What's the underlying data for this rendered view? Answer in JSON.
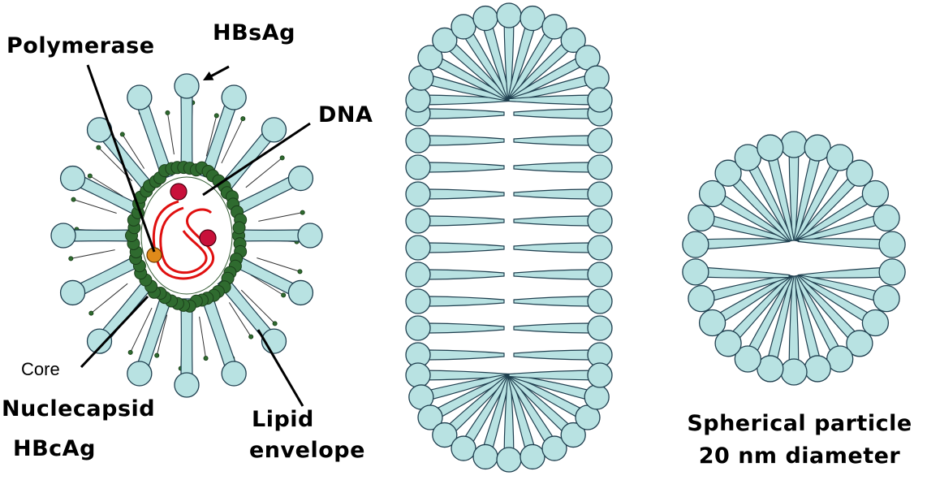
{
  "labels": {
    "polymerase": "Polymerase",
    "hbsag": "HBsAg",
    "dna": "DNA",
    "core": "Core",
    "nucleocapsid": "Nuclecapsid",
    "hbcag": "HBcAg",
    "lipid": "Lipid",
    "envelope": "envelope",
    "spherical_particle": "Spherical particle",
    "diameter": "20 nm diameter"
  },
  "colors": {
    "protein_fill": "#b8e2e2",
    "protein_stroke": "#1f3f4f",
    "core_protein": "#2f6b2f",
    "dna": "#e01010",
    "polymerase_dot": "#c8103a",
    "orange_dot": "#e08a1a"
  }
}
